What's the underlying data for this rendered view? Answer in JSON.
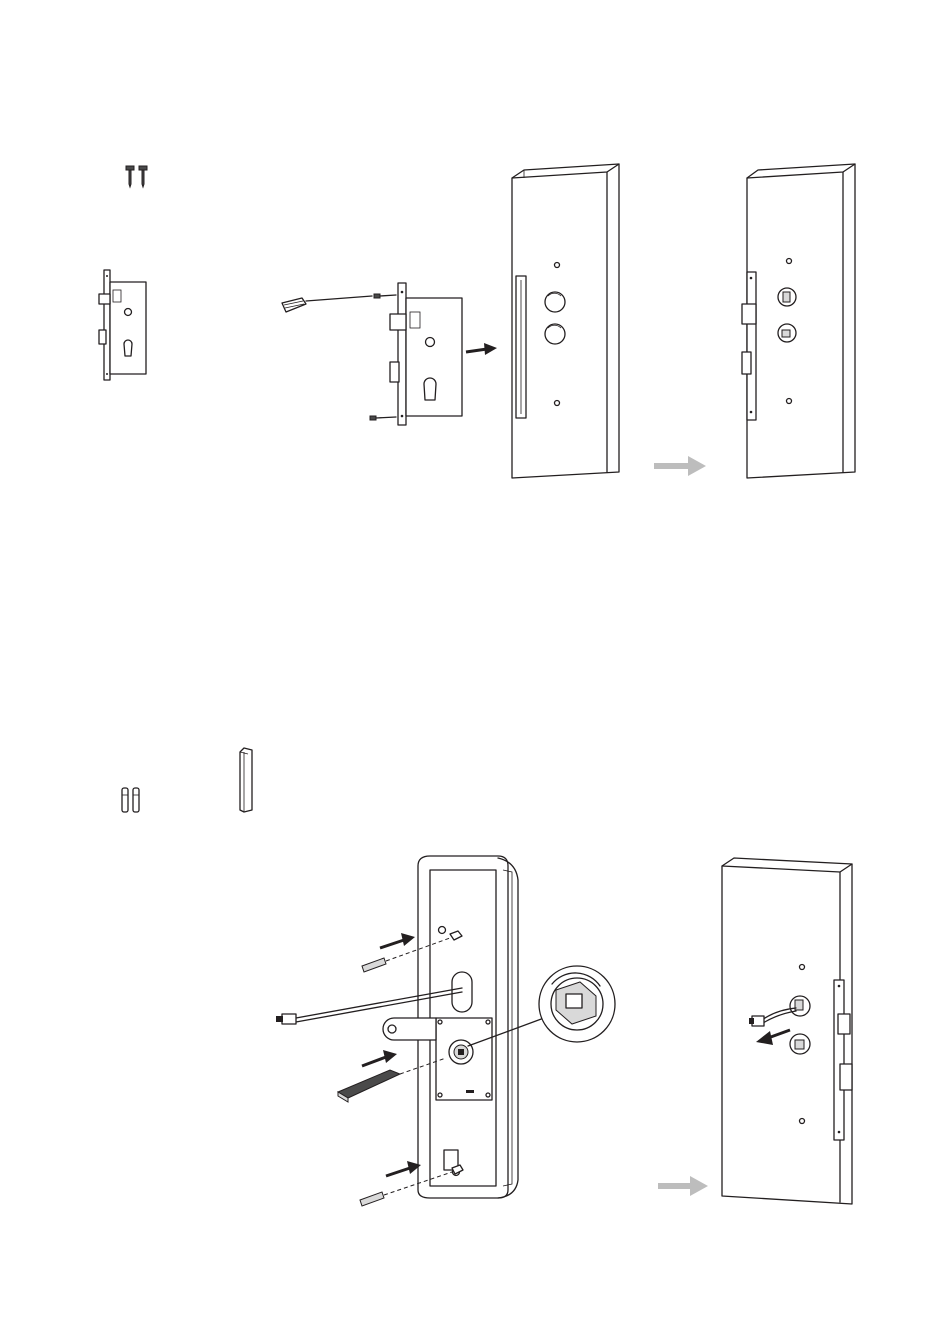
{
  "steps": [
    {
      "name": "mortise-installation",
      "parts": [
        "screws",
        "mortise-lock-body"
      ],
      "icons": [
        "screwdriver-icon",
        "right-arrow-icon",
        "gray-arrow-icon"
      ]
    },
    {
      "name": "rear-panel-installation",
      "parts": [
        "spindle-posts",
        "square-spindle"
      ],
      "icons": [
        "right-arrow-icon",
        "left-arrow-icon",
        "gray-arrow-icon",
        "magnifier-detail"
      ]
    }
  ],
  "colors": {
    "line": "#231f20",
    "fill_gray": "#d9d9d9",
    "arrow_gray": "#bdbdbd",
    "background": "#ffffff"
  }
}
